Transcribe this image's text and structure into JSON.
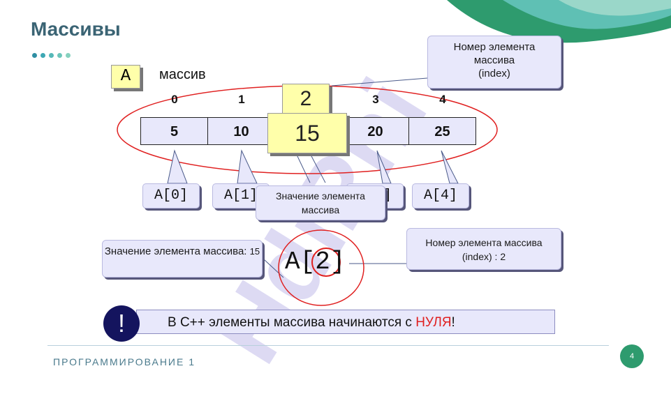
{
  "slide": {
    "title": "Массивы",
    "footer": "ПРОГРАММИРОВАНИЕ 1",
    "page_number": "4"
  },
  "array": {
    "name": "A",
    "name_caption": "массив",
    "indices": [
      "0",
      "1",
      "2",
      "3",
      "4"
    ],
    "values": [
      "5",
      "10",
      "15",
      "20",
      "25"
    ],
    "element_labels": [
      "A[0]",
      "A[1]",
      "A[3]",
      "A[4]"
    ]
  },
  "callouts": {
    "index_title": "Номер элемента массива",
    "index_sub": "(index)",
    "value_title": "Значение элемента массива",
    "value_example_text": "Значение элемента массива:",
    "value_example_number": "15",
    "index_example": "Номер элемента массива (index) : 2"
  },
  "access": {
    "array": "A",
    "open": "[",
    "index": "2",
    "close": "]"
  },
  "note": {
    "icon": "!",
    "text": "В С++ элементы массива начинаются с ",
    "highlight": "НУЛЯ",
    "end": "!"
  },
  "colors": {
    "title": "#3b6474",
    "accent_red": "#e02020",
    "cell_bg": "#e8e8fb",
    "yellow": "#ffffaa",
    "note_icon_bg": "#14145e"
  }
}
